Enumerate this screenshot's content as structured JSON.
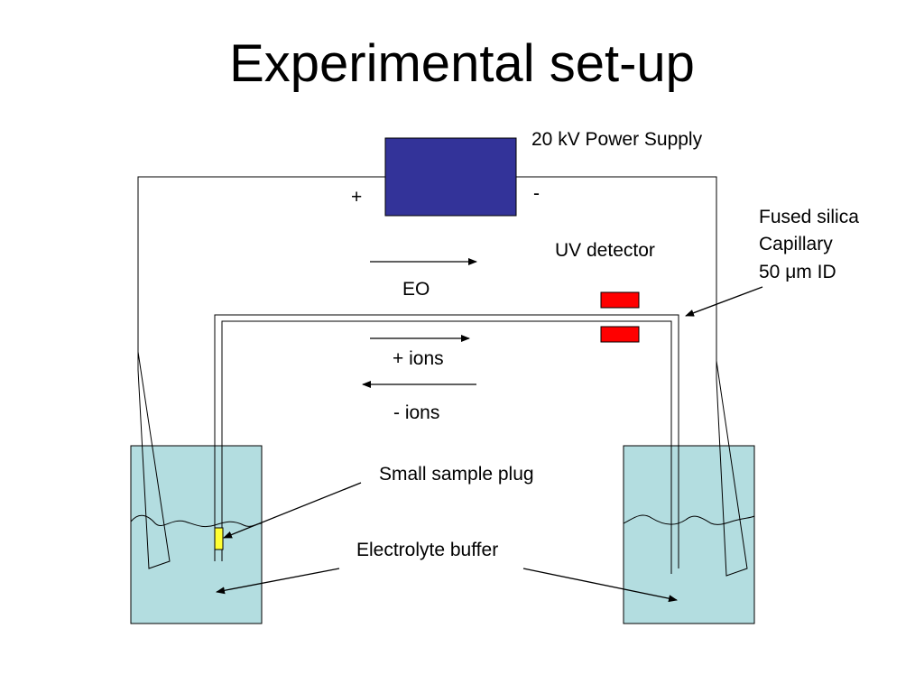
{
  "slide": {
    "title": "Experimental set-up"
  },
  "labels": {
    "power_supply": "20 kV Power Supply",
    "plus_terminal": "+",
    "minus_terminal": "-",
    "uv_detector": "UV detector",
    "capillary_line1": "Fused silica",
    "capillary_line2": "Capillary",
    "capillary_line3": "50 μm ID",
    "eo": "EO",
    "plus_ions": "+ ions",
    "minus_ions": "- ions",
    "sample_plug": "Small sample plug",
    "electrolyte": "Electrolyte buffer"
  },
  "colors": {
    "power_supply": "#333399",
    "buffer": "#b3dde0",
    "detector": "#ff0000",
    "sample_plug": "#ffff33"
  }
}
